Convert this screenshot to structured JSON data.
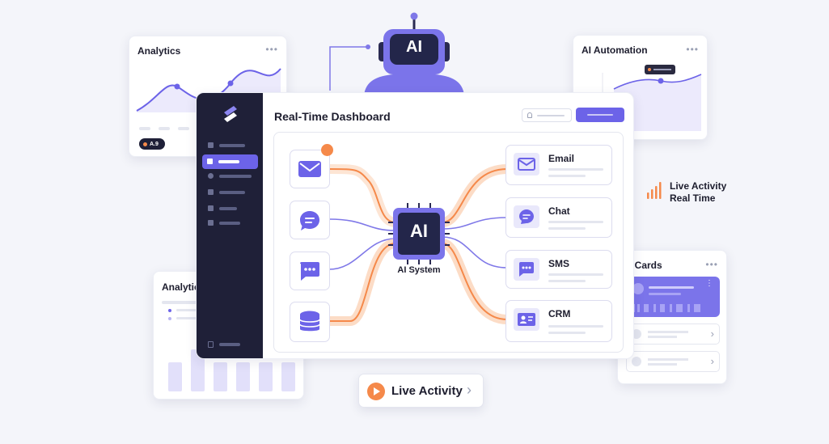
{
  "robot": {
    "label": "AI"
  },
  "analytics_card": {
    "title": "Analytics",
    "badge": "A.9"
  },
  "automation_card": {
    "title": "AI Automation"
  },
  "analytics_card_2": {
    "title": "Analytic"
  },
  "cards_card": {
    "title": "l Cards"
  },
  "dashboard": {
    "title": "Real-Time Dashboard"
  },
  "ai_system": {
    "chip_label": "AI",
    "caption": "AI System"
  },
  "channels": [
    {
      "label": "Email",
      "icon": "email-icon"
    },
    {
      "label": "Chat",
      "icon": "chat-bubble-icon"
    },
    {
      "label": "SMS",
      "icon": "sms-icon"
    },
    {
      "label": "CRM",
      "icon": "crm-icon"
    }
  ],
  "sources": [
    {
      "icon": "envelope-icon"
    },
    {
      "icon": "chat-icon"
    },
    {
      "icon": "message-icon"
    },
    {
      "icon": "database-icon"
    }
  ],
  "live_activity_badge": {
    "line1": "Live Activity",
    "line2": "Real Time"
  },
  "live_activity_button": {
    "label": "Live Activity"
  },
  "colors": {
    "accent": "#6c63e8",
    "orange": "#f5894a",
    "sidebar": "#1f2038",
    "light_purple": "#e9e8fb"
  }
}
